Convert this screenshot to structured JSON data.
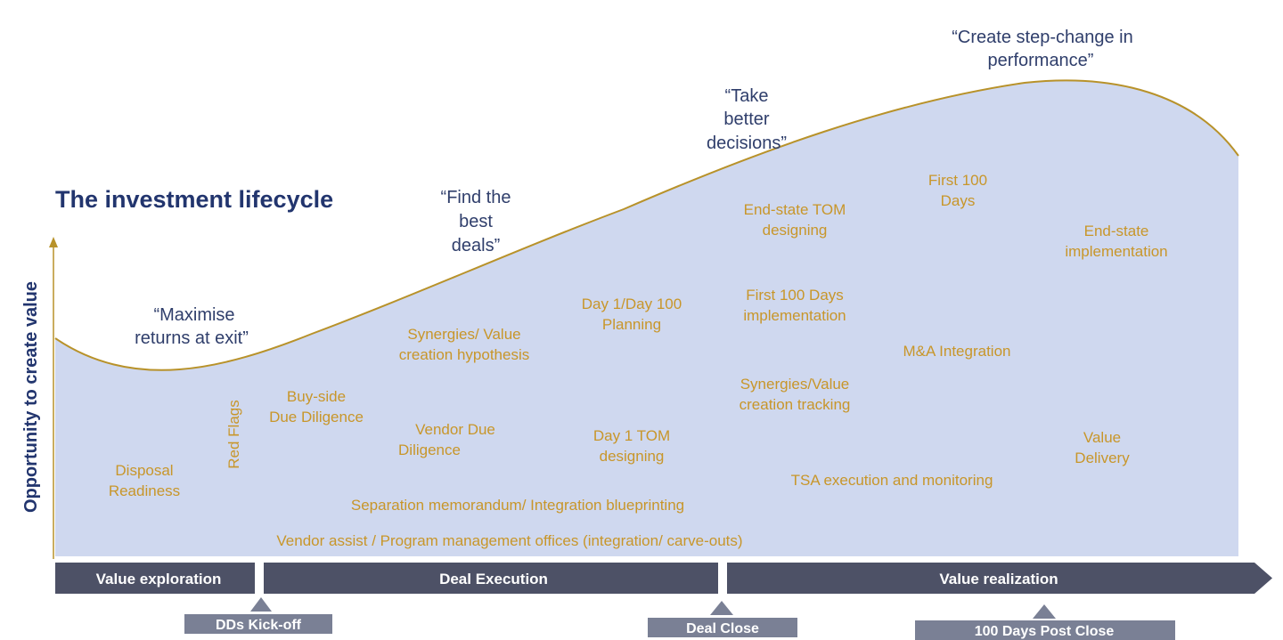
{
  "title": "The investment lifecycle",
  "y_axis_label": "Opportunity to create value",
  "quotes": [
    {
      "lines": [
        "“Maximise",
        "returns at exit”"
      ]
    },
    {
      "lines": [
        "“Find the",
        "best",
        "deals”"
      ]
    },
    {
      "lines": [
        "“Take",
        "better",
        "decisions”"
      ]
    },
    {
      "lines": [
        "“Create step-change in",
        "performance”"
      ]
    }
  ],
  "boxes": [
    {
      "lines": [
        "Disposal",
        "Readiness"
      ]
    },
    {
      "lines": [
        "Red Flags"
      ]
    },
    {
      "lines": [
        "Buy-side",
        "Due Diligence"
      ]
    },
    {
      "lines": [
        "Synergies/ Value",
        "creation hypothesis"
      ]
    },
    {
      "lines": [
        "Vendor Due",
        "Diligence"
      ]
    },
    {
      "lines": [
        "Day 1/Day 100",
        "Planning"
      ]
    },
    {
      "lines": [
        "Day 1 TOM",
        "designing"
      ]
    },
    {
      "lines": [
        "End-state TOM",
        "designing"
      ]
    },
    {
      "lines": [
        "First 100 Days",
        "implementation"
      ]
    },
    {
      "lines": [
        "Synergies/Value",
        "creation tracking"
      ]
    },
    {
      "lines": [
        "First 100",
        "Days"
      ]
    },
    {
      "lines": [
        "M&A Integration"
      ]
    },
    {
      "lines": [
        "End-state",
        "implementation"
      ]
    },
    {
      "lines": [
        "Value",
        "Delivery"
      ]
    },
    {
      "lines": [
        "TSA execution and monitoring"
      ]
    },
    {
      "lines": [
        "Separation memorandum/ Integration blueprinting"
      ]
    },
    {
      "lines": [
        "Vendor assist / Program management offices (integration/ carve-outs)"
      ]
    }
  ],
  "phases": [
    "Value exploration",
    "Deal Execution",
    "Value realization"
  ],
  "milestones": [
    "DDs Kick-off",
    "Deal Close",
    "100 Days Post Close"
  ],
  "colors": {
    "box_fill": "#cfd8ef",
    "box_text": "#c8962a",
    "curve": "#b8922a",
    "phase_bar": "#4d5166",
    "milestone": "#7a8095",
    "title": "#22356e",
    "quote": "#2f3e6b"
  }
}
